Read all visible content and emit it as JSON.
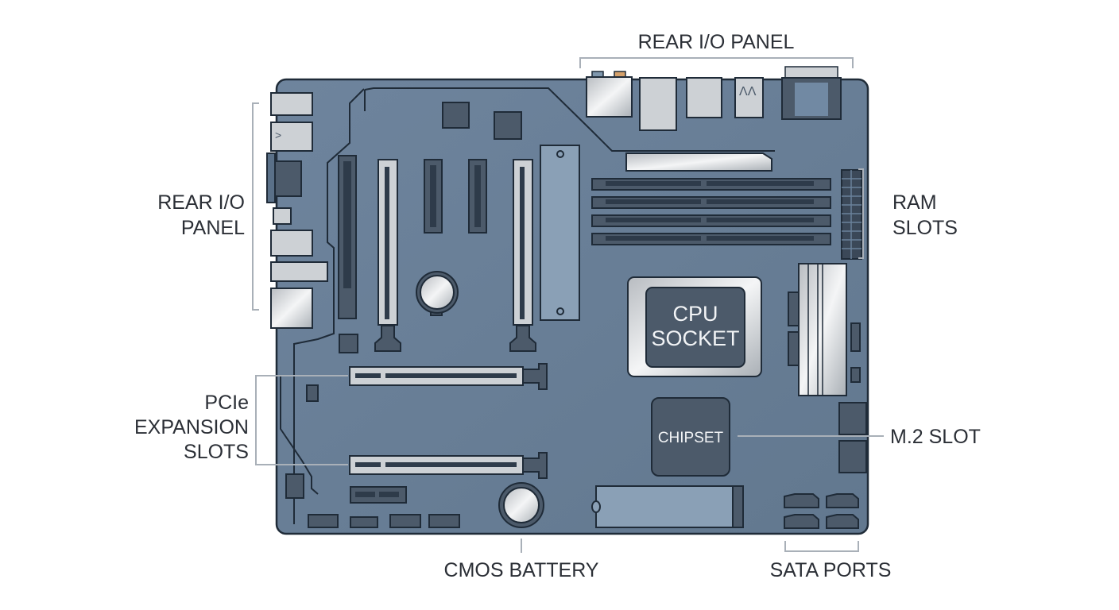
{
  "labels": {
    "rear_io_top": "REAR I/O PANEL",
    "rear_io_left": [
      "REAR I/O",
      "PANEL"
    ],
    "ram_slots": [
      "RAM",
      "SLOTS"
    ],
    "pcie": [
      "PCIe",
      "EXPANSION",
      "SLOTS"
    ],
    "m2_slot": "M.2 SLOT",
    "cmos_battery": "CMOS BATTERY",
    "sata_ports": "SATA PORTS"
  },
  "chips": {
    "cpu": [
      "CPU",
      "SOCKET"
    ],
    "chipset": "CHIPSET"
  },
  "colors": {
    "board": "#6a819b",
    "component_dark": "#4c5a6a",
    "silver": "#cdd1d5",
    "outline": "#1f2b38",
    "leader_line": "#a9b0b8"
  }
}
